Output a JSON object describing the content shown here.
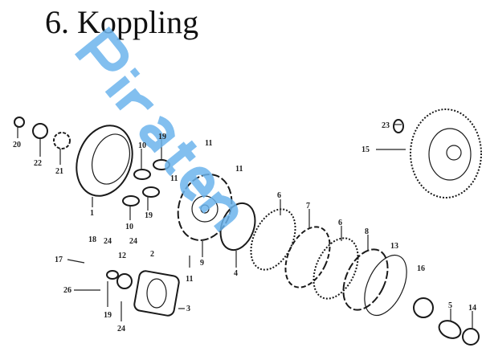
{
  "title": "6. Koppling",
  "watermark": "Piraten",
  "callouts": [
    "20",
    "22",
    "21",
    "1",
    "10",
    "19",
    "10",
    "19",
    "11",
    "11",
    "11",
    "11",
    "9",
    "4",
    "6",
    "7",
    "6",
    "8",
    "13",
    "16",
    "5",
    "14",
    "23",
    "15",
    "18",
    "24",
    "24",
    "17",
    "12",
    "2",
    "26",
    "19",
    "24",
    "3"
  ],
  "colors": {
    "watermark": "#6cb4ec",
    "ink": "#1a1a1a"
  }
}
